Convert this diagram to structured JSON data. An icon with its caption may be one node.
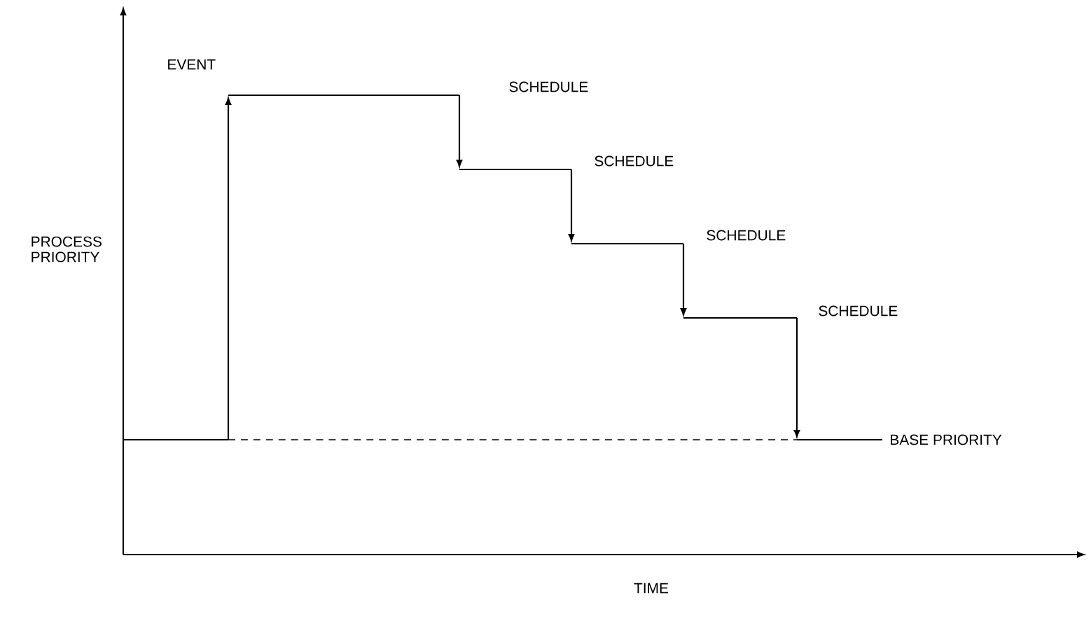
{
  "diagram": {
    "labels": [
      "EVENT",
      "SCHEDULE",
      "SCHEDULE",
      "SCHEDULE",
      "SCHEDULE",
      "PROCESS PRIORITY",
      "BASE PRIORITY",
      "TIME"
    ]
  }
}
